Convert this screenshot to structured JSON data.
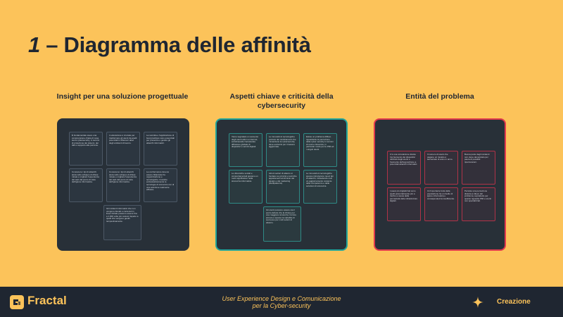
{
  "slide": {
    "title_number": "1",
    "title_text": " – Diagramma delle affinità"
  },
  "columns": [
    {
      "heading": "Insight per una soluzione progettuale",
      "notes": [
        "È fondamentale avere una comprensione chiara di cosa sia la cybersecurity, in termini di protezione dei sistemi, dei dati e supporto alle persone.",
        "L'educazione è cruciale per trasformare gli utenti da anelli potenziali in difensori attivi degli ambienti di lavoro.",
        "La raccolta e l'applicazione di best practices sono essenziali per prevenire e gestire gli attacchi informatici.",
        "Conoscere i tipi di attacchi aiuta nello sviluppo di difese mirate e migliora l'esperienza del web dal punto di vista dell'igiene informatica.",
        "Conoscere i tipi di attacchi aiuta nello sviluppo di difese mirate e migliora l'esperienza del web dal punto di vista dell'igiene informatica.",
        "La conformance devono essere bilanciate fra organizzazione e tecnologiche. Investire ecclesiasticamente le tecnologie di sicurezza con di una soluzione realmente efficace.",
        "Gli incidenti informatici che non vengono rilevati e contenuti in linea iniziale possono essere fino a 1.000 volte più costosi rispetto a quelli che vengono gestiti tempestivamente."
      ]
    },
    {
      "heading": "Aspetti chiave e criticità della cybersecurity",
      "notes": [
        "Viene segnalato un aumento degli utenti attivi su internet, sottolineando l'accelerata diffusione globale di dispositivi e servizi digitali.",
        "Le innovazioni tecnologiche portano dei cambiamenti che minacciano la cybersecurity deve evolversi per rimanere aggiornate.",
        "Esiste un problema diffuso riguardante la percezione della cyber security in termini di costi e rilevanza, in particolar modo per le PMI ed i singoli utenti.",
        "Le dinamiche sociali e comportamentali giocano un ruolo significativo nella sicurezza informatica.",
        "Alcuni settori di attacco si fondano su principi e tecniche appartenenti al dominio del design e del marketing (Darkpatterns).",
        "Le innovazioni tecnologiche spesso introducono nuovi tipi di attacchi, richiedendo così un aggiornamento costante delle competenze e delle soluzioni di sicurezza.",
        "Gli utenti possono essere sia il punto debole che la chiave per una maggiore sicurezza. Fornire armare è spesso la variabile di successo per molti settori di attacco."
      ]
    },
    {
      "heading": "Entità del problema",
      "notes": [
        "C'è una correlazione diretta tra l'aumento dei dispositivi utilizzati dagli utenti e l'aumento dell'esposizione a potenziali attacchi informatici.",
        "Il numero di utenti che pagano un riscatto è aumentato di anno in anno.",
        "Buona parte degli incidenti non viene denunciato per paura di possibili ripercussioni.",
        "I paesi più digitalizzati sono quelli potenzialmente più a rischio a causa della pervasività delle infrastrutture digitali.",
        "Un'importante fetta della popolazione ha un livello di igiene informatica e consapevolezza insufficiente.",
        "Persiste una percezione distorta a rilievo del problema, soprattutto per quanto riguarda PMI e utenti non specializzati."
      ]
    }
  ],
  "footer": {
    "logo_text": "Fractal",
    "course_line1": "User Experience Design e Comunicazione",
    "course_line2": "per la Cyber-security",
    "section_label": "Creazione"
  },
  "colors": {
    "background": "#fcc35a",
    "dark": "#1f2631",
    "board": "#283038",
    "teal_accent": "#21a59b",
    "red_accent": "#e2394d"
  },
  "icons": {
    "logo": "fractal-logo-icon",
    "sparkle": "sparkle-icon"
  }
}
